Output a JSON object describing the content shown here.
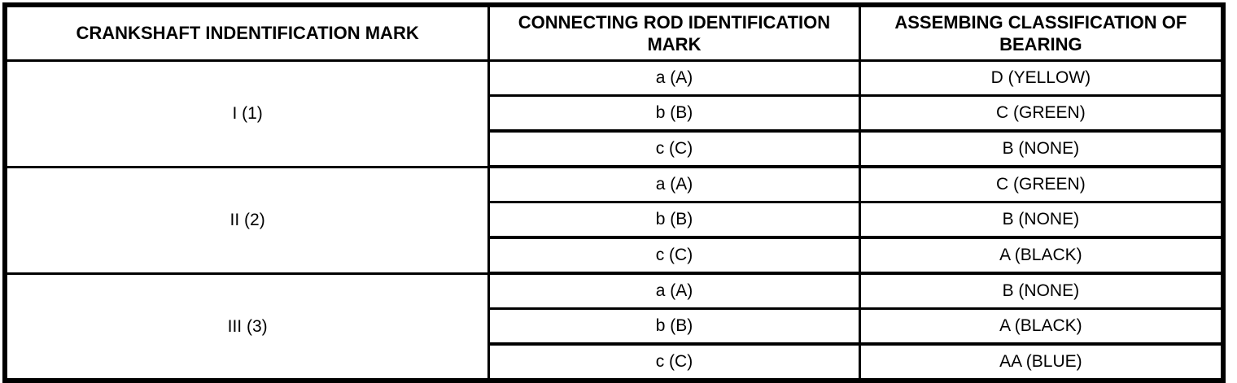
{
  "table": {
    "headers": [
      {
        "label": "CRANKSHAFT INDENTIFICATION MARK"
      },
      {
        "label": "CONNECTING ROD IDENTIFICATION\nMARK"
      },
      {
        "label": "ASSEMBING CLASSIFICATION OF\nBEARING"
      }
    ],
    "groups": [
      {
        "crank_mark": "I (1)",
        "rows": [
          {
            "rod_mark": "a (A)",
            "bearing": "D (YELLOW)"
          },
          {
            "rod_mark": "b (B)",
            "bearing": "C (GREEN)"
          },
          {
            "rod_mark": "c (C)",
            "bearing": "B (NONE)"
          }
        ]
      },
      {
        "crank_mark": "II (2)",
        "rows": [
          {
            "rod_mark": "a (A)",
            "bearing": "C (GREEN)"
          },
          {
            "rod_mark": "b (B)",
            "bearing": "B (NONE)"
          },
          {
            "rod_mark": "c (C)",
            "bearing": "A (BLACK)"
          }
        ]
      },
      {
        "crank_mark": "III (3)",
        "rows": [
          {
            "rod_mark": "a (A)",
            "bearing": "B (NONE)"
          },
          {
            "rod_mark": "b (B)",
            "bearing": "A (BLACK)"
          },
          {
            "rod_mark": "c (C)",
            "bearing": "AA (BLUE)"
          }
        ]
      }
    ],
    "colors": {
      "border": "#000000",
      "background": "#ffffff",
      "text": "#000000"
    }
  }
}
